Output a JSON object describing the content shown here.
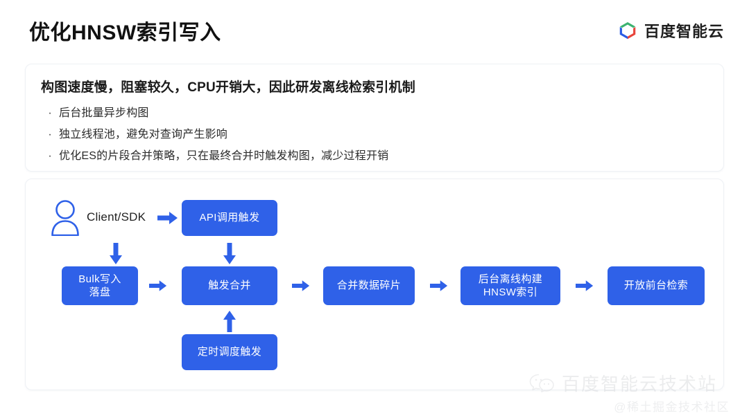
{
  "header": {
    "title": "优化HNSW索引写入",
    "brand_name": "百度智能云",
    "brand_logo_icon": "baidu-cloud-hexagon-icon",
    "brand_colors": {
      "green": "#3cb371",
      "blue": "#2a5ce5",
      "red": "#e8453c"
    }
  },
  "summary": {
    "heading": "构图速度慢，阻塞较久，CPU开销大，因此研发离线检索引机制",
    "bullet_marker": "·",
    "bullets": [
      "后台批量异步构图",
      "独立线程池，避免对查询产生影响",
      "优化ES的片段合并策略，只在最终合并时触发构图，减少过程开销"
    ]
  },
  "flow": {
    "accent_color": "#2f61e8",
    "actor": {
      "label": "Client/SDK",
      "icon": "person-icon"
    },
    "nodes": [
      {
        "id": "api-trigger",
        "label": "API调用触发"
      },
      {
        "id": "bulk-write",
        "label": "Bulk写入\n落盘"
      },
      {
        "id": "trigger-merge",
        "label": "触发合并"
      },
      {
        "id": "merge-shards",
        "label": "合并数据碎片"
      },
      {
        "id": "offline-build",
        "label": "后台离线构建\nHNSW索引"
      },
      {
        "id": "open-search",
        "label": "开放前台检索"
      },
      {
        "id": "scheduled-trigger",
        "label": "定时调度触发"
      }
    ],
    "arrows": [
      {
        "id": "actor-to-api",
        "direction": "right"
      },
      {
        "id": "actor-to-bulk",
        "direction": "down"
      },
      {
        "id": "api-to-merge",
        "direction": "down"
      },
      {
        "id": "bulk-to-merge",
        "direction": "right"
      },
      {
        "id": "merge-to-shards",
        "direction": "right"
      },
      {
        "id": "shards-to-offline",
        "direction": "right"
      },
      {
        "id": "offline-to-open",
        "direction": "right"
      },
      {
        "id": "scheduled-to-merge",
        "direction": "up"
      }
    ]
  },
  "watermark": {
    "icon": "wechat-icon",
    "title": "百度智能云技术站",
    "subtitle": "@稀土掘金技术社区"
  }
}
